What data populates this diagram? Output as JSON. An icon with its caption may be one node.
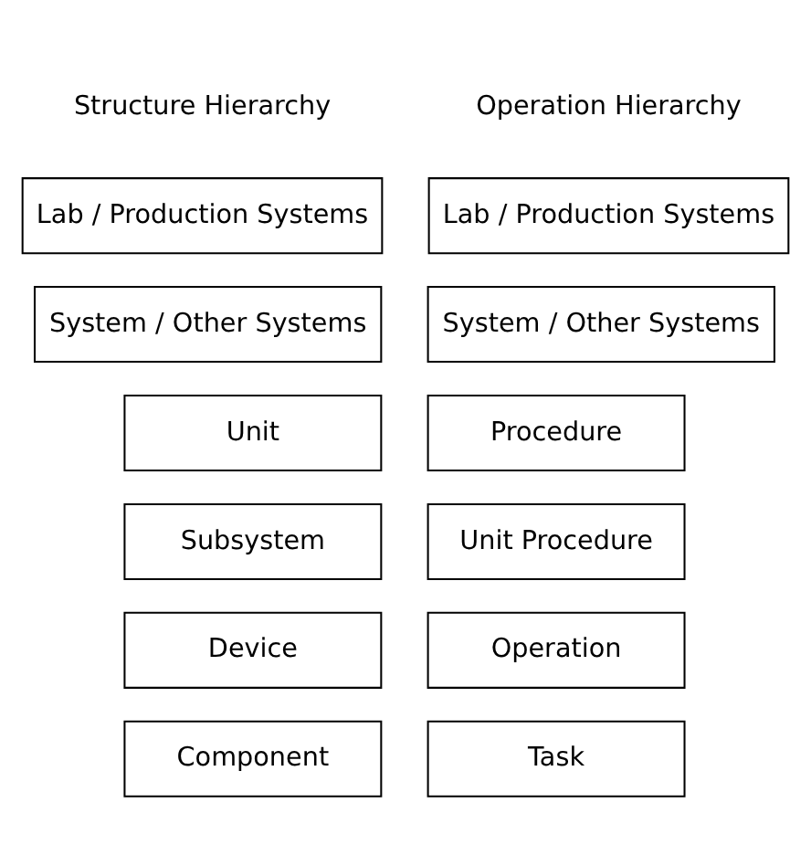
{
  "diagram": {
    "nodes": [
      {
        "text": [
          "Lab / Production Systems"
        ]
      },
      {
        "text": [
          "System / Other Systems"
        ]
      },
      {
        "text": [
          "Unit"
        ]
      },
      {
        "text": [
          "Subsystem"
        ]
      },
      {
        "text": [
          "Device"
        ]
      },
      {
        "text": [
          "Component"
        ]
      },
      {
        "text": [
          "Lab / Production Systems"
        ]
      },
      {
        "text": [
          "System / Other Systems"
        ]
      },
      {
        "text": [
          "Procedure"
        ]
      },
      {
        "text": [
          "Unit Procedure"
        ]
      },
      {
        "text": [
          "Operation"
        ]
      },
      {
        "text": [
          "Task"
        ]
      }
    ],
    "edges": [],
    "labels": [
      "Structure Hierarchy",
      "Operation Hierarchy"
    ]
  }
}
